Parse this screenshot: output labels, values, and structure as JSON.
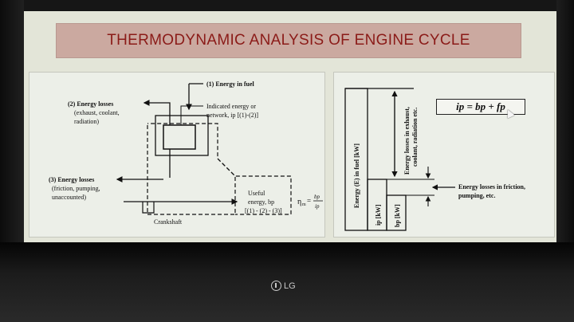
{
  "slide": {
    "title": "THERMODYNAMIC ANALYSIS OF ENGINE CYCLE"
  },
  "left_diagram": {
    "energy_in_fuel": "(1) Energy in fuel",
    "energy_losses_title": "(2) Energy losses",
    "energy_losses_line2": "(exhaust, coolant,",
    "energy_losses_line3": "radiation)",
    "indicated_line1": "Indicated energy or",
    "indicated_line2": "network, ip [(1)-(2)]",
    "losses3_line1": "(3) Energy losses",
    "losses3_line2": "(friction, pumping,",
    "losses3_line3": "unaccounted)",
    "useful_line1": "Useful",
    "useful_line2": "energy, bp",
    "useful_line3": "[(1) - (2) - (3)]",
    "eta_symbol": "η",
    "eta_sub": "m",
    "eta_equals": "=",
    "eta_num": "bp",
    "eta_den": "ip",
    "crankshaft": "Crankshaft"
  },
  "right_diagram": {
    "formula": "ip = bp + fp",
    "fuel_label": "Energy (E) in fuel [kW]",
    "exhaust_line1": "Energy losses in exhaust,",
    "exhaust_line2": "coolant, radiation etc.",
    "ip_label": "ip [kW]",
    "bp_label": "bp [kW]",
    "friction_line1": "Energy losses in friction,",
    "friction_line2": "pumping, etc."
  },
  "monitor": {
    "brand": "LG"
  },
  "colors": {
    "title_bg": "#cba9a0",
    "title_text": "#8b1b18",
    "screen_bg": "#e3e5d8"
  }
}
